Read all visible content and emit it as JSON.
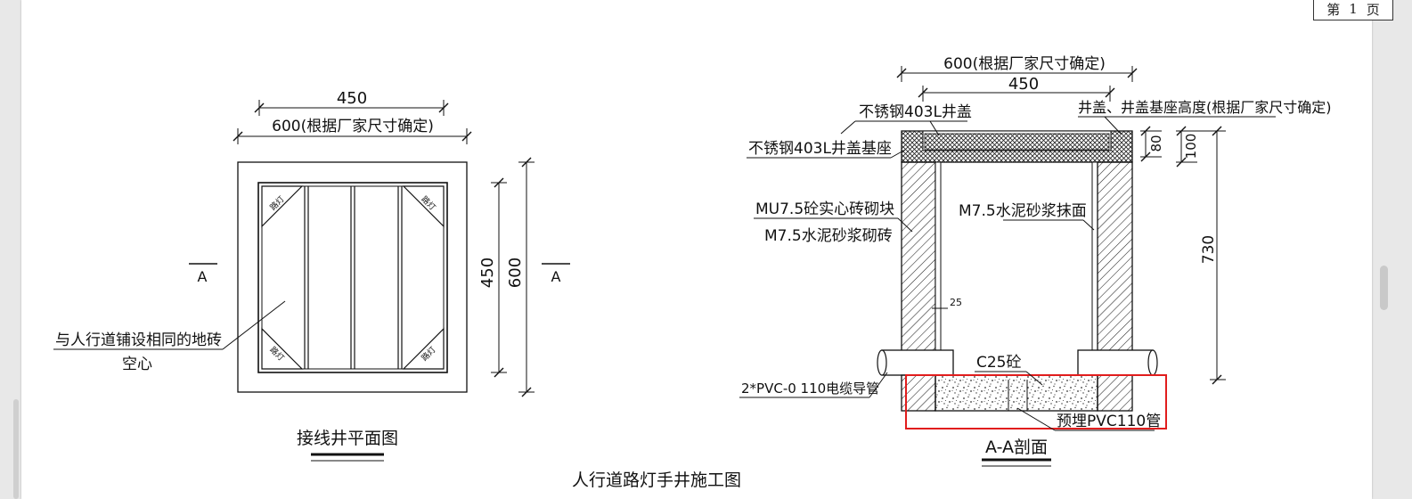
{
  "page_counter": {
    "prefix": "第",
    "number": "1",
    "suffix": "页"
  },
  "title": "人行道路灯手井施工图",
  "plan": {
    "caption": "接线井平面图",
    "dim_top_inner": "450",
    "dim_top_outer": "600(根据厂家尺寸确定)",
    "dim_side_inner": "450",
    "dim_side_outer": "600",
    "section_mark_left": "A",
    "section_mark_right": "A",
    "note_line1": "与人行道铺设相同的地砖",
    "note_line2": "空心",
    "corner_tag": "路灯"
  },
  "section": {
    "caption": "A-A剖面",
    "dim_top_outer": "600(根据厂家尺寸确定)",
    "dim_top_inner": "450",
    "dim_80": "80",
    "dim_100": "100",
    "dim_730": "730",
    "dim_25": "25",
    "label_cover": "不锈钢403L井盖",
    "label_cover_base": "不锈钢403L井盖基座",
    "label_cover_height": "井盖、井盖基座高度(根据厂家尺寸确定)",
    "label_brick_line1": "MU7.5砼实心砖砌块",
    "label_brick_line2": "M7.5水泥砂浆砌砖",
    "label_plaster": "M7.5水泥砂浆抹面",
    "label_concrete": "C25砼",
    "label_conduit": "2*PVC-0 110电缆导管",
    "label_pipe": "预埋PVC110管"
  },
  "colors": {
    "highlight": "#e11d1d",
    "ink": "#111111"
  }
}
